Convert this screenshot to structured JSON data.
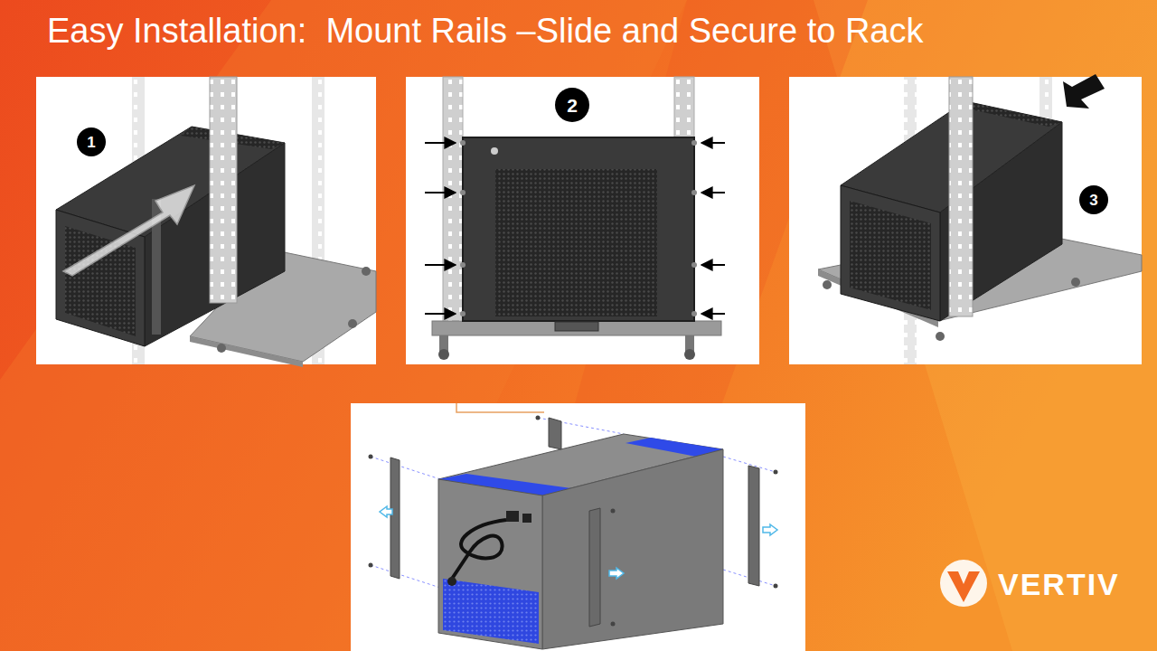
{
  "diagram": {
    "title": "Easy Installation:  Mount Rails –Slide and Secure to Rack",
    "labels": [
      "1",
      "2",
      "3",
      "VERTIV"
    ]
  }
}
